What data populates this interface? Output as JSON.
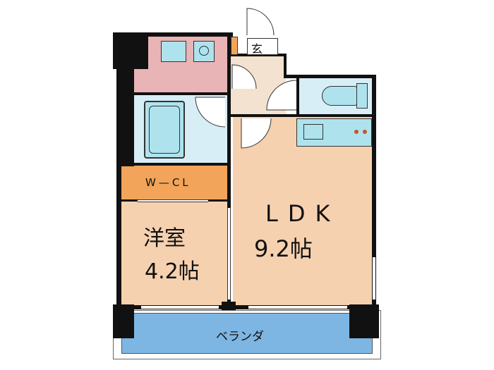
{
  "rooms": {
    "entrance": {
      "label": "玄"
    },
    "walk_in_closet": {
      "label": "W—CL"
    },
    "western_room": {
      "name": "洋室",
      "size": "4.2帖"
    },
    "ldk": {
      "name": "LDK",
      "size": "9.2帖"
    },
    "balcony": {
      "label": "ベランダ"
    }
  },
  "colors": {
    "wall": "#111111",
    "floor_wood": "#f6d1b0",
    "washroom_pink": "#e8b4b6",
    "fixture_blue": "#aee3ee",
    "closet_orange": "#f2a45a",
    "balcony_blue": "#7eb6e3",
    "bath_floor": "#d8eef6",
    "entrance_floor": "#f2e2cf"
  }
}
